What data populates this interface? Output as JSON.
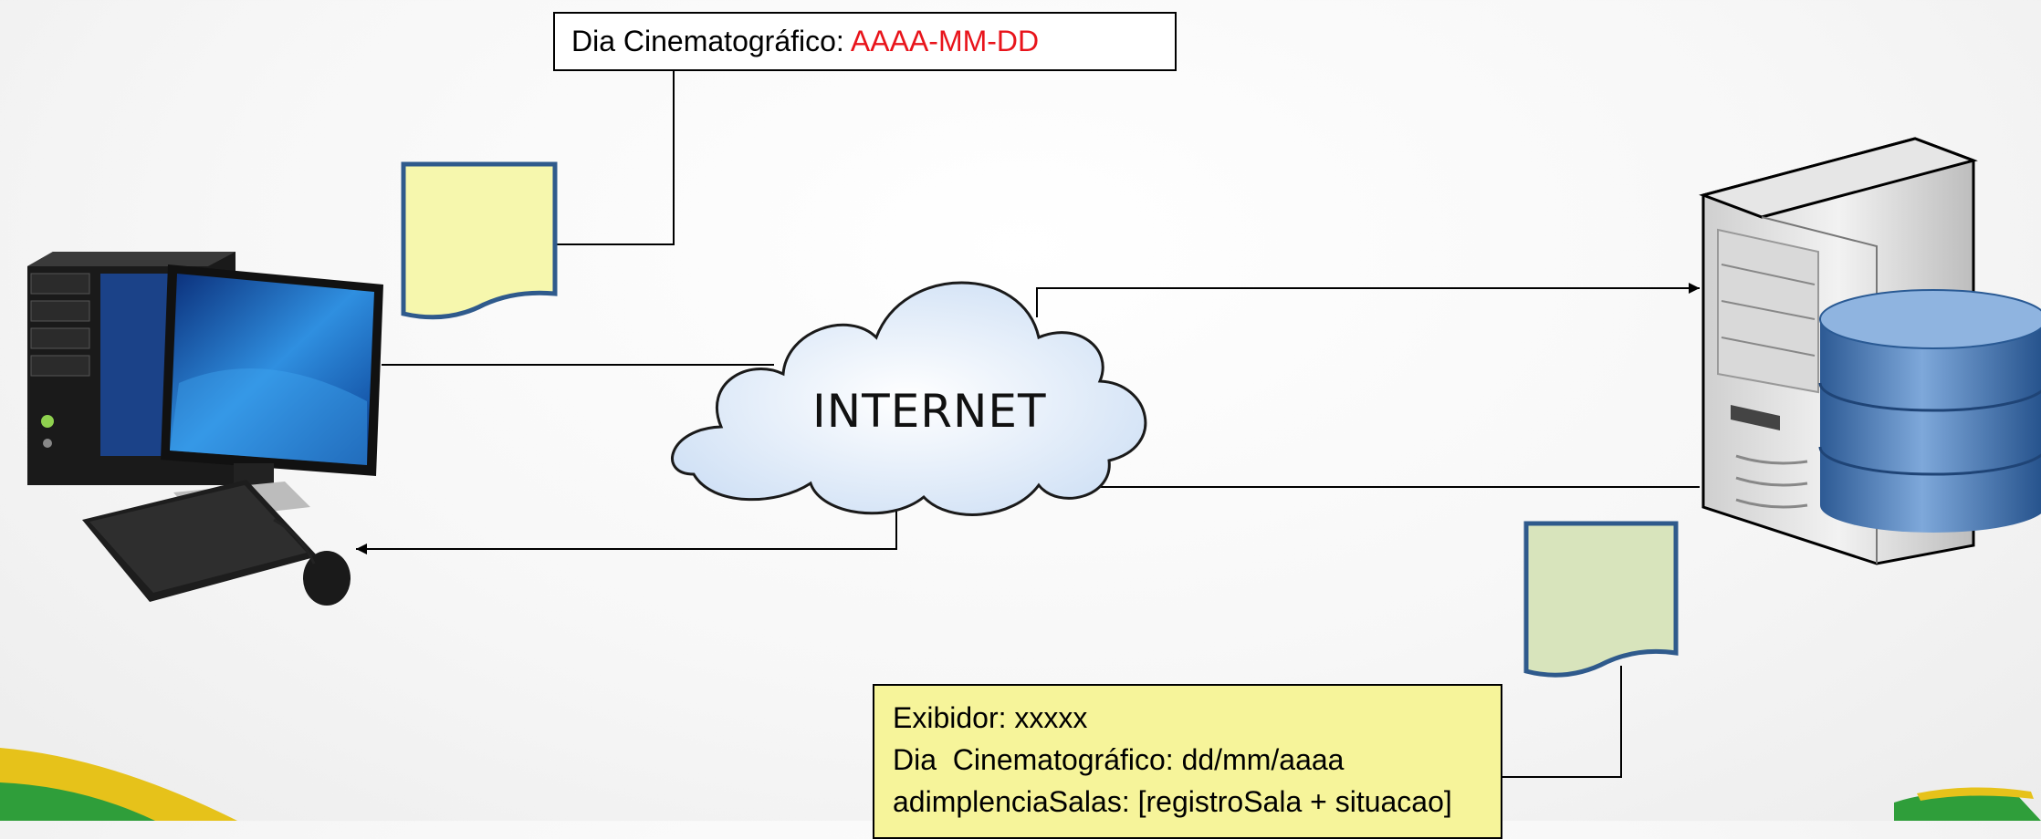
{
  "request_box": {
    "label": "Dia Cinematográfico:",
    "value": "AAAA-MM-DD"
  },
  "cloud": {
    "label": "INTERNET"
  },
  "response_box": {
    "line1": "Exibidor: xxxxx",
    "line2": "Dia  Cinematográfico: dd/mm/aaaa",
    "line3": "adimplenciaSalas: [registroSala + situacao]"
  },
  "colors": {
    "request_doc_fill": "#f6f7ad",
    "response_doc_fill": "#d8e4bc",
    "doc_border": "#2f5a8c",
    "value_red": "#e8141b",
    "response_box_fill": "#f6f49a",
    "cloud_fill": "#dbe9f8"
  },
  "icons": [
    "desktop-computer-icon",
    "server-icon",
    "database-icon",
    "internet-cloud-icon",
    "document-icon"
  ]
}
